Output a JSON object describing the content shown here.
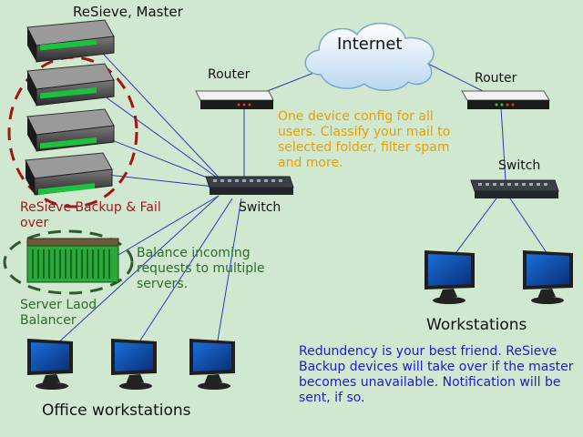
{
  "labels": {
    "master": "ReSieve, Master",
    "internet": "Internet",
    "router_left": "Router",
    "router_right": "Router",
    "switch_left": "Switch",
    "switch_right": "Switch",
    "backup": "ReSieve Backup & Fail over",
    "balancer": "Server Laod Balancer",
    "office": "Office workstations",
    "workstations": "Workstations"
  },
  "notes": {
    "config": "One device config for all users. Classify your mail to selected folder, filter spam and more.",
    "balance": "Balance incoming requests to multiple servers.",
    "redundancy": "Redundency is your best friend. ReSieve Backup devices will take over if the master becomes unavailable. Notification will be sent, if so."
  },
  "colors": {
    "background": "#cfe8cf",
    "link": "#2a3ab8",
    "backup_ring": "#a01515",
    "balancer_ring": "#2f5a2f",
    "note_orange": "#e8a000",
    "note_blue": "#1c1ccc"
  }
}
